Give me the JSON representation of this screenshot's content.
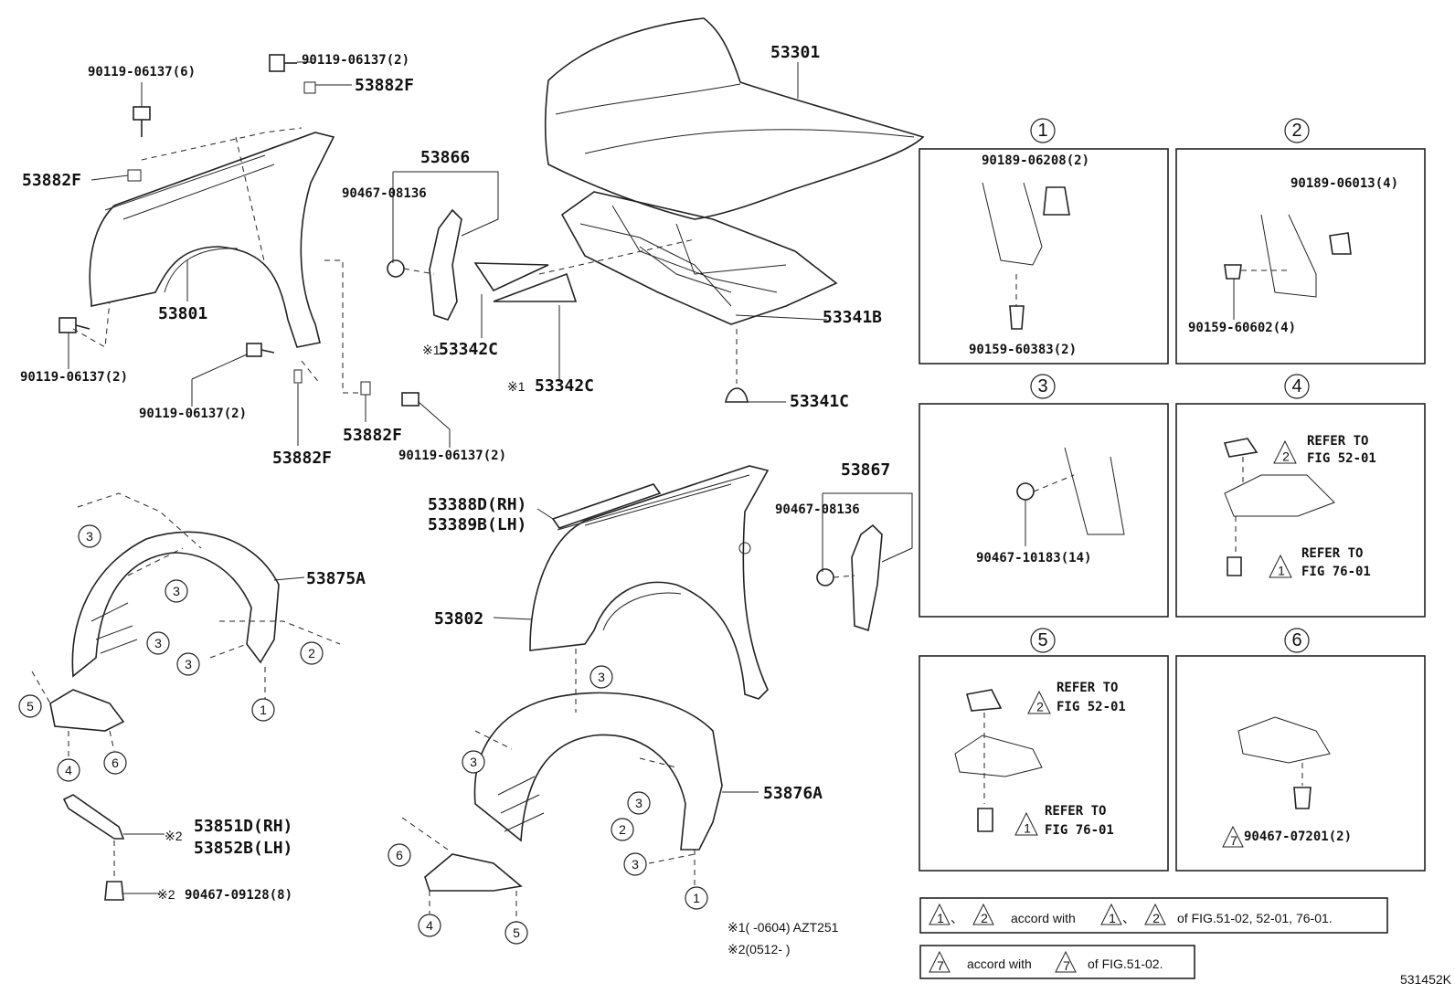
{
  "diagram_id": "531452K",
  "parts": {
    "p53301": "53301",
    "p53341B": "53341B",
    "p53341C": "53341C",
    "p53342C_a": "53342C",
    "p53342C_b": "53342C",
    "p53866": "53866",
    "p53867": "53867",
    "p53801": "53801",
    "p53802": "53802",
    "p53882F_a": "53882F",
    "p53882F_b": "53882F",
    "p53882F_c": "53882F",
    "p53882F_d": "53882F",
    "p53875A": "53875A",
    "p53876A": "53876A",
    "p53388D": "53388D(RH)",
    "p53389B": "53389B(LH)",
    "p53851D": "53851D(RH)",
    "p53852B": "53852B(LH)",
    "b_06137_6": "90119-06137(6)",
    "b_06137_2a": "90119-06137(2)",
    "b_06137_2b": "90119-06137(2)",
    "b_06137_2c": "90119-06137(2)",
    "b_06137_2d": "90119-06137(2)",
    "c_08136_a": "90467-08136",
    "c_08136_b": "90467-08136",
    "c_09128": "90467-09128(8)",
    "mark1": "※1",
    "mark2": "※2"
  },
  "sections": {
    "s1": {
      "num": "1",
      "a": "90189-06208(2)",
      "b": "90159-60383(2)"
    },
    "s2": {
      "num": "2",
      "a": "90189-06013(4)",
      "b": "90159-60602(4)"
    },
    "s3": {
      "num": "3",
      "a": "90467-10183(14)"
    },
    "s4": {
      "num": "4",
      "r1a": "REFER TO",
      "r1b": "FIG 52-01",
      "t1": "2",
      "r2a": "REFER TO",
      "r2b": "FIG 76-01",
      "t2": "1"
    },
    "s5": {
      "num": "5",
      "r1a": "REFER TO",
      "r1b": "FIG 52-01",
      "t1": "2",
      "r2a": "REFER TO",
      "r2b": "FIG 76-01",
      "t2": "1"
    },
    "s6": {
      "num": "6",
      "t": "7",
      "a": "90467-07201(2)"
    }
  },
  "callouts": {
    "c3": "3",
    "c2": "2",
    "c1": "1",
    "c4": "4",
    "c5": "5",
    "c6": "6"
  },
  "notes": {
    "line1": "※1(      -0604) AZT251",
    "line2": "※2(0512-        )",
    "accord1_mid": "accord with",
    "accord1_tail": "of FIG.51-02, 52-01, 76-01.",
    "accord2_mid": "accord with",
    "accord2_tail": "of FIG.51-02.",
    "sep": "、",
    "t1": "1",
    "t2": "2",
    "t7": "7"
  }
}
